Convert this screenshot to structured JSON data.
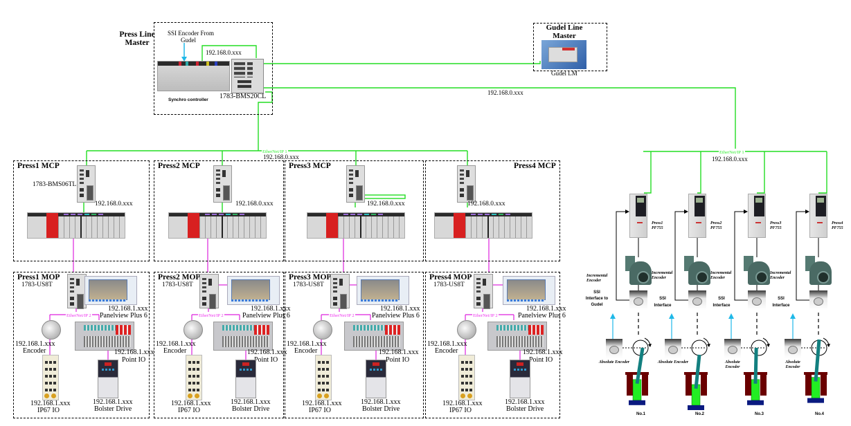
{
  "colors": {
    "ethernet_ip_1": "#22dd22",
    "ethernet_ip_2": "#dd22dd",
    "ssi_link": "#1fb8e8",
    "crank_arm": "#138080",
    "ram": "#22ee22",
    "frame": "#6a0000",
    "bolster": "#0a1a80"
  },
  "press_line_master": {
    "title": "Press Line Master",
    "title_line1": "Press Line",
    "title_line2": "Master",
    "ssi_label_line1": "SSI Encoder From",
    "ssi_label_line2": "Gudel",
    "ip": "192.168.0.xxx",
    "controller_label": "Synchro controller",
    "switch_label": "1783-BMS20CL"
  },
  "gudel_line_master": {
    "title_line1": "Gudel Line",
    "title_line2": "Master",
    "device_label": "Gudel LM"
  },
  "network": {
    "trunk_ip": "192.168.0.xxx",
    "ethernet_ip_1_label": "EtherNet/IP 1",
    "ethernet_ip_2_label": "EtherNet/IP 2",
    "drive_bus_ip": "192.168.0.xxx"
  },
  "mcp_panels": [
    {
      "title": "Press1 MCP",
      "switch_label": "1783-BMS06TL",
      "ip": "192.168.0.xxx"
    },
    {
      "title": "Press2 MCP",
      "switch_label": "",
      "ip": "192.168.0.xxx"
    },
    {
      "title": "Press3 MCP",
      "switch_label": "",
      "ip": "192.168.0.xxx"
    },
    {
      "title": "Press4 MCP",
      "switch_label": "",
      "ip": "192.168.0.xxx"
    }
  ],
  "mop_panels": [
    {
      "title": "Press1 MOP",
      "switch_label": "1783-US8T",
      "hmi_ip": "192.168.1.xxx",
      "hmi_label": "Panelview Plus 6",
      "encoder_ip": "192.168.1.xxx",
      "encoder_label": "Encoder",
      "pointio_ip": "192.168.1.xxx",
      "pointio_label": "Point IO",
      "ip67_ip": "192.168.1.xxx",
      "ip67_label": "IP67 IO",
      "bolster_ip": "192.168.1.xxx",
      "bolster_label": "Bolster Drive"
    },
    {
      "title": "Press2 MOP",
      "switch_label": "1783-US8T",
      "hmi_ip": "192.168.1.xxx",
      "hmi_label": "Panelview Plus 6",
      "encoder_ip": "192.168.1.xxx",
      "encoder_label": "Encoder",
      "pointio_ip": "192.168.1.xxx",
      "pointio_label": "Point IO",
      "ip67_ip": "192.168.1.xxx",
      "ip67_label": "IP67 IO",
      "bolster_ip": "192.168.1.xxx",
      "bolster_label": "Bolster Drive"
    },
    {
      "title": "Press3 MOP",
      "switch_label": "1783-US8T",
      "hmi_ip": "192.168.1.xxx",
      "hmi_label": "Panelview Plus 6",
      "encoder_ip": "192.168.1.xxx",
      "encoder_label": "Encoder",
      "pointio_ip": "192.168.1.xxx",
      "pointio_label": "Point IO",
      "ip67_ip": "192.168.1.xxx",
      "ip67_label": "IP67 IO",
      "bolster_ip": "192.168.1.xxx",
      "bolster_label": "Bolster Drive"
    },
    {
      "title": "Press4 MOP",
      "switch_label": "1783-US8T",
      "hmi_ip": "192.168.1.xxx",
      "hmi_label": "Panelview Plus 6",
      "encoder_ip": "192.168.1.xxx",
      "encoder_label": "Encoder",
      "pointio_ip": "192.168.1.xxx",
      "pointio_label": "Point IO",
      "ip67_ip": "192.168.1.xxx",
      "ip67_label": "IP67 IO",
      "bolster_ip": "192.168.1.xxx",
      "bolster_label": "Bolster Drive"
    }
  ],
  "drive_system": {
    "incremental_encoder_left_line1": "Incremental",
    "incremental_encoder_left_line2": "Encoder",
    "ssi_to_gudel_line1": "SSI",
    "ssi_to_gudel_line2": "Interface to",
    "ssi_to_gudel_line3": "Gudel",
    "presses": [
      {
        "drive_line1": "Press1",
        "drive_line2": "PF755",
        "inc_line1": "Incremental",
        "inc_line2": "Encoder",
        "ssi_line1": "SSI",
        "ssi_line2": "Interface",
        "abs_line1": "Absolute Encoder",
        "abs_line2": "",
        "number": "No.1",
        "crank_angle_deg": 20,
        "ram_position": 0.55
      },
      {
        "drive_line1": "Press2",
        "drive_line2": "PF755",
        "inc_line1": "Incremental",
        "inc_line2": "Encoder",
        "ssi_line1": "SSI",
        "ssi_line2": "Interface",
        "abs_line1": "Absolute Encoder",
        "abs_line2": "",
        "number": "No.2",
        "crank_angle_deg": 0,
        "ram_position": 1.0
      },
      {
        "drive_line1": "Press3",
        "drive_line2": "PF755",
        "inc_line1": "Incremental",
        "inc_line2": "Encoder",
        "ssi_line1": "SSI",
        "ssi_line2": "Interface",
        "abs_line1": "Absolute",
        "abs_line2": "Encoder",
        "number": "No.3",
        "crank_angle_deg": -25,
        "ram_position": 0.55
      },
      {
        "drive_line1": "Press4",
        "drive_line2": "PF755",
        "inc_line1": "",
        "inc_line2": "",
        "ssi_line1": "",
        "ssi_line2": "",
        "abs_line1": "Absolute",
        "abs_line2": "Encoder",
        "number": "No.4",
        "crank_angle_deg": 180,
        "ram_position": 0.35
      }
    ]
  }
}
